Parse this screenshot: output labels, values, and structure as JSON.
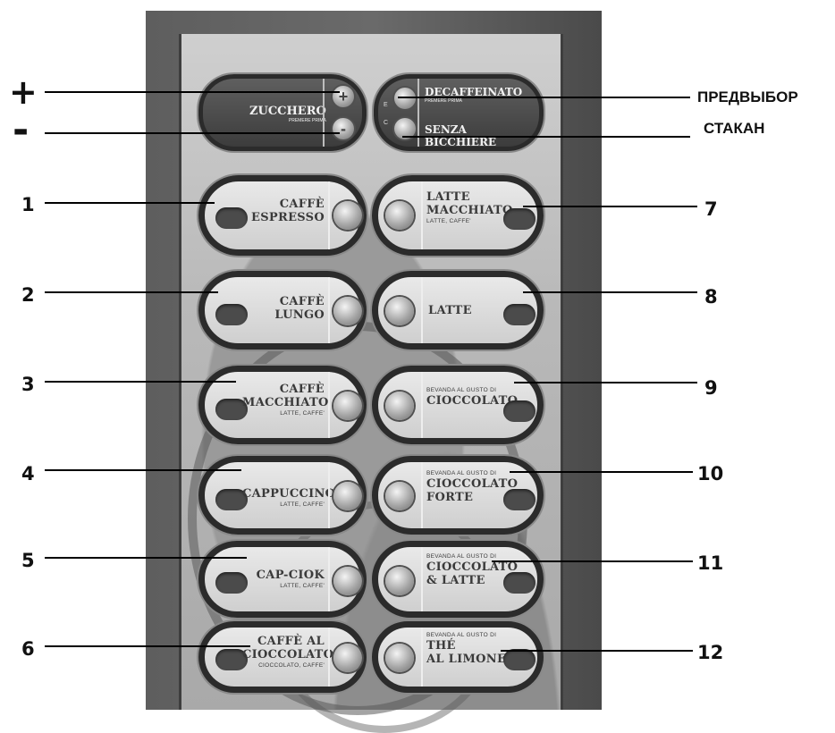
{
  "top": {
    "zucchero": {
      "label": "Zucchero",
      "sub": "PREMERE PRIMA"
    },
    "decaf": {
      "label": "Decaffeinato",
      "sub": "PREMERE PRIMA",
      "letter": "E"
    },
    "senza": {
      "label": "Senza Bicchiere",
      "letter": "C"
    },
    "plus_symbol": "+",
    "minus_symbol": "-"
  },
  "drinks": [
    {
      "name": "Caffè",
      "name2": "Espresso",
      "sub": ""
    },
    {
      "name": "Caffè",
      "name2": "Lungo",
      "sub": ""
    },
    {
      "name": "Caffè",
      "name2": "Macchiato",
      "sub": "LATTE, CAFFE'"
    },
    {
      "name": "Cappuccino",
      "name2": "",
      "sub": "LATTE, CAFFE'"
    },
    {
      "name": "Cap-Ciok",
      "name2": "",
      "sub": "LATTE, CAFFE'"
    },
    {
      "name": "Caffè al",
      "name2": "Cioccolato",
      "sub": "CIOCCOLATO, CAFFE'"
    },
    {
      "pre": "",
      "name": "Latte",
      "name2": "Macchiato",
      "sub": "LATTE, CAFFE'"
    },
    {
      "pre": "",
      "name": "Latte",
      "name2": "",
      "sub": ""
    },
    {
      "pre": "BEVANDA AL GUSTO DI",
      "name": "Cioccolato",
      "name2": "",
      "sub": ""
    },
    {
      "pre": "BEVANDA AL GUSTO DI",
      "name": "Cioccolato",
      "name2": "Forte",
      "sub": ""
    },
    {
      "pre": "BEVANDA AL GUSTO DI",
      "name": "Cioccolato",
      "name2": "& Latte",
      "sub": ""
    },
    {
      "pre": "BEVANDA AL GUSTO DI",
      "name": "Thé",
      "name2": "al Limone",
      "sub": ""
    }
  ],
  "annotations": {
    "plus": "+",
    "minus": "-",
    "preselect": "ПРЕДВЫБОР",
    "cup": "СТАКАН",
    "numbers": [
      "1",
      "2",
      "3",
      "4",
      "5",
      "6",
      "7",
      "8",
      "9",
      "10",
      "11",
      "12"
    ]
  }
}
